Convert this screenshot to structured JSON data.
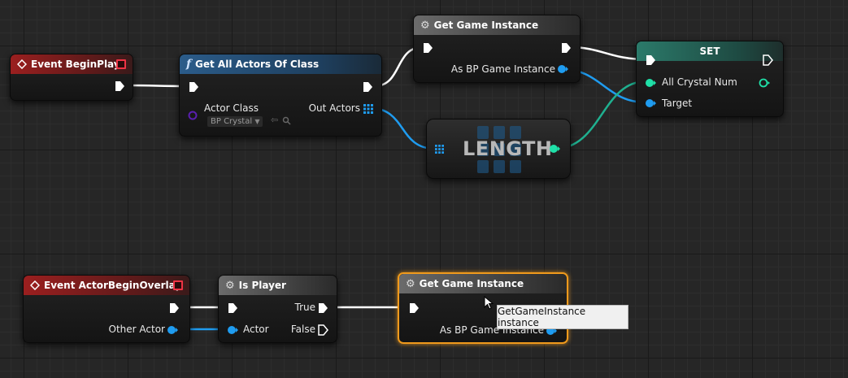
{
  "nodes": {
    "begin_play": {
      "title": "Event BeginPlay"
    },
    "get_all_actors": {
      "title": "Get All Actors Of Class",
      "actor_class_label": "Actor Class",
      "actor_class_value": "BP Crystal",
      "out_actors_label": "Out Actors"
    },
    "get_game_instance_top": {
      "title": "Get Game Instance",
      "output_label": "As BP Game Instance"
    },
    "set_node": {
      "title": "SET",
      "var_label": "All Crystal Num",
      "target_label": "Target"
    },
    "length_node": {
      "title": "LENGTH"
    },
    "actor_begin_overlap": {
      "title": "Event ActorBeginOverlap",
      "other_actor_label": "Other Actor"
    },
    "is_player": {
      "title": "Is Player",
      "actor_label": "Actor",
      "true_label": "True",
      "false_label": "False"
    },
    "get_game_instance_bottom": {
      "title": "Get Game Instance",
      "output_label": "As BP Game Instance"
    }
  },
  "tooltip": {
    "text": "GetGameInstance instance"
  },
  "colors": {
    "exec": "#ffffff",
    "object": "#1f9cf0",
    "integer": "#1fe0a8",
    "class": "#5a1fb0",
    "selection": "#f09a1c"
  }
}
